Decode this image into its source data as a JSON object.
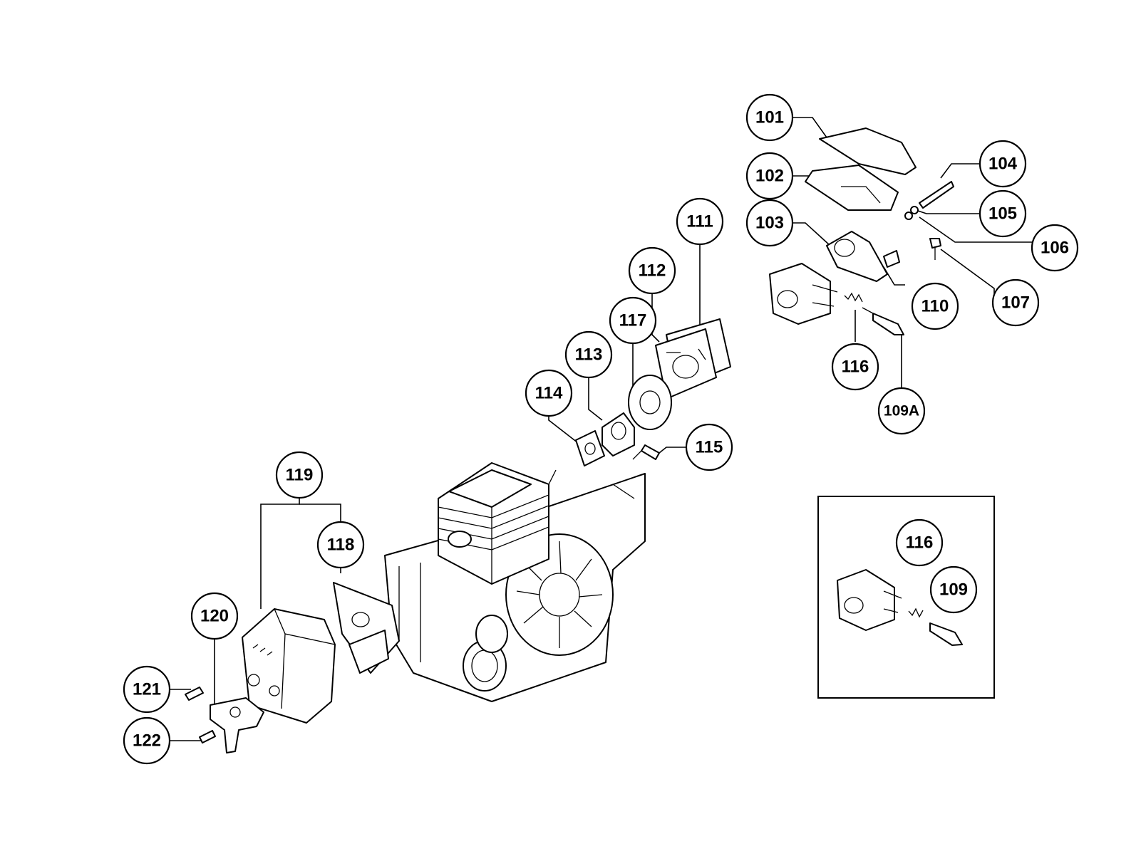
{
  "callouts": {
    "c101": "101",
    "c102": "102",
    "c103": "103",
    "c104": "104",
    "c105": "105",
    "c106": "106",
    "c107": "107",
    "c109": "109",
    "c109a": "109A",
    "c110": "110",
    "c111": "111",
    "c112": "112",
    "c113": "113",
    "c114": "114",
    "c115": "115",
    "c116": "116",
    "c116b": "116",
    "c117": "117",
    "c118": "118",
    "c119": "119",
    "c120": "120",
    "c121": "121",
    "c122": "122"
  }
}
